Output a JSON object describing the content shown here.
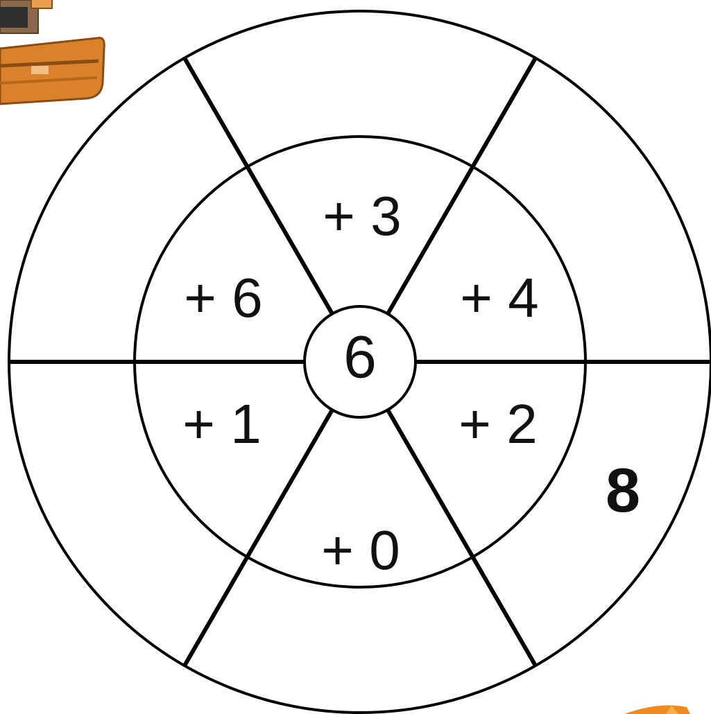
{
  "wheel": {
    "center_number": "6",
    "operations": [
      {
        "label": "+ 3",
        "position": "top"
      },
      {
        "label": "+ 4",
        "position": "upper-right"
      },
      {
        "label": "+ 2",
        "position": "lower-right"
      },
      {
        "label": "+ 0",
        "position": "bottom"
      },
      {
        "label": "+ 1",
        "position": "lower-left"
      },
      {
        "label": "+ 6",
        "position": "upper-left"
      }
    ],
    "answers": [
      {
        "label": "",
        "position": "top"
      },
      {
        "label": "",
        "position": "upper-right"
      },
      {
        "label": "8",
        "position": "lower-right"
      },
      {
        "label": "",
        "position": "bottom"
      },
      {
        "label": "",
        "position": "lower-left"
      },
      {
        "label": "",
        "position": "upper-left"
      }
    ]
  },
  "decorations": {
    "top_left": "bulldozer-blade-icon",
    "bottom_right": "logo-fragment",
    "colors": {
      "line": "#000000",
      "bulldozer_orange": "#d9822b",
      "logo_orange": "#f08a1c"
    }
  }
}
